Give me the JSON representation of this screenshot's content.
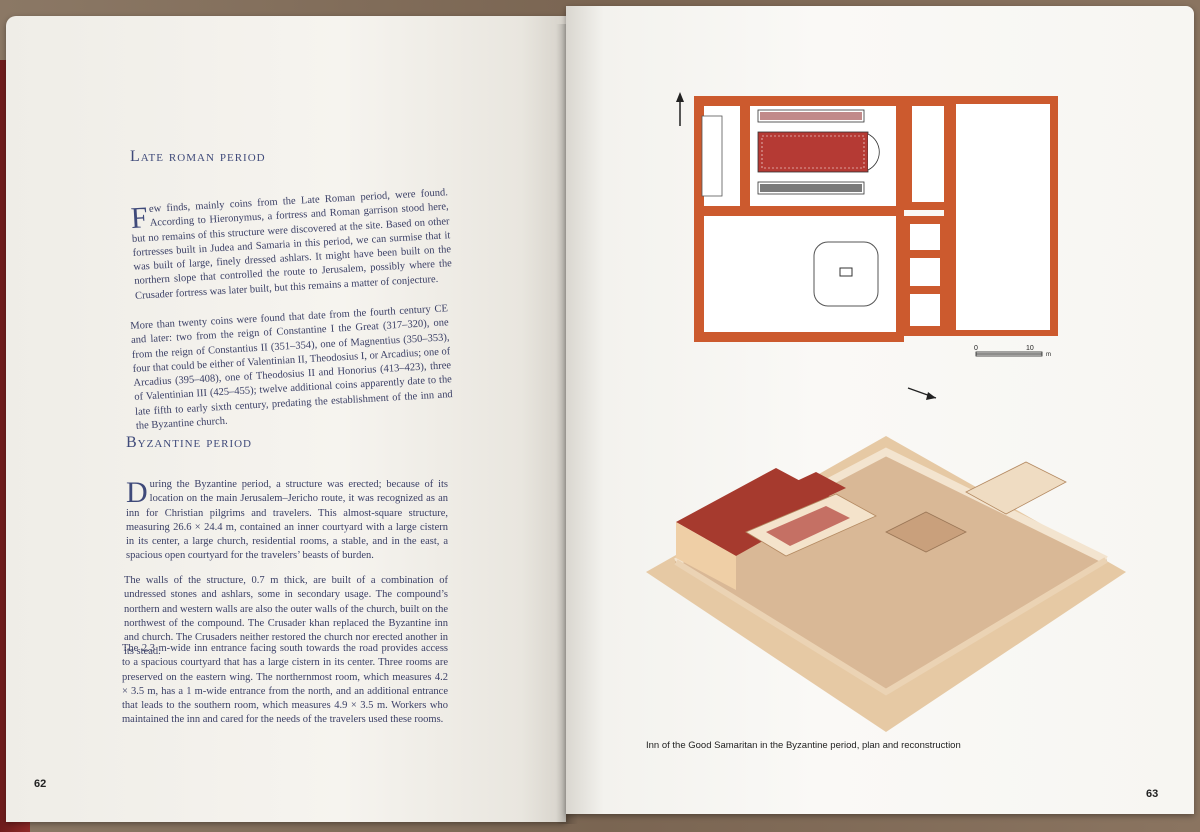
{
  "left_page": {
    "heading_late_roman": "Late roman period",
    "late_roman_p1_dropcap": "F",
    "late_roman_p1": "ew finds, mainly coins from the Late Roman period, were found. According to Hieronymus, a fortress and Roman garrison stood here, but no remains of this structure were discovered at the site. Based on other fortresses built in Judea and Samaria in this period, we can surmise that it was built of large, finely dressed ashlars. It might have been built on the northern slope that controlled the route to Jerusalem, possibly where the Crusader fortress was later built, but this remains a matter of conjecture.",
    "late_roman_p2": "More than twenty coins were found that date from the fourth century CE and later: two from the reign of Constantine I the Great (317–320), one from the reign of Constantius II (351–354), one of Magnentius (350–353), four that could be either of Valentinian II, Theodosius I, or Arcadius; one of Arcadius (395–408), one of Theodosius II and Honorius (413–423), three of Valentinian III (425–455); twelve additional coins apparently date to the late fifth to early sixth century, predating the establishment of the inn and the Byzantine church.",
    "heading_byzantine": "Byzantine period",
    "byz_p1_dropcap": "D",
    "byz_p1": "uring the Byzantine period, a structure was erected; because of its location on the main Jerusalem–Jericho route, it was recognized as an inn for Christian pilgrims and travelers. This almost-square structure, measuring 26.6 × 24.4 m, contained an inner courtyard with a large cistern in its center, a large church, residential rooms, a stable, and in the east, a spacious open courtyard for the travelers’ beasts of burden.",
    "byz_p2": "The walls of the structure, 0.7 m thick, are built of a combination of undressed stones and ashlars, some in secondary usage. The compound’s northern and western walls are also the outer walls of the church, built on the northwest of the compound. The Crusader khan replaced the Byzantine inn and church. The Crusaders neither restored the church nor erected another in its stead.",
    "byz_p3": "The 2.3 m-wide inn entrance facing south towards the road provides access to a spacious courtyard that has a large cistern in its center. Three rooms are preserved on the eastern wing. The northernmost room, which measures 4.2 × 3.5 m, has a 1 m-wide entrance from the north, and an additional entrance that leads to the southern room, which measures 4.9 × 3.5 m. Workers who maintained the inn and cared for the needs of the travelers used these rooms.",
    "page_number": "62"
  },
  "right_page": {
    "scale_zero": "0",
    "scale_ten": "10",
    "scale_unit": "m",
    "caption": "Inn of the Good Samaritan in the Byzantine period, plan and reconstruction",
    "page_number": "63"
  },
  "colors": {
    "text_blue": "#3a3f66",
    "heading_blue": "#3f4a7a",
    "wall_orange": "#cc5a2e",
    "mosaic_red": "#8e2a2a",
    "ground_tan": "#d9b896"
  }
}
